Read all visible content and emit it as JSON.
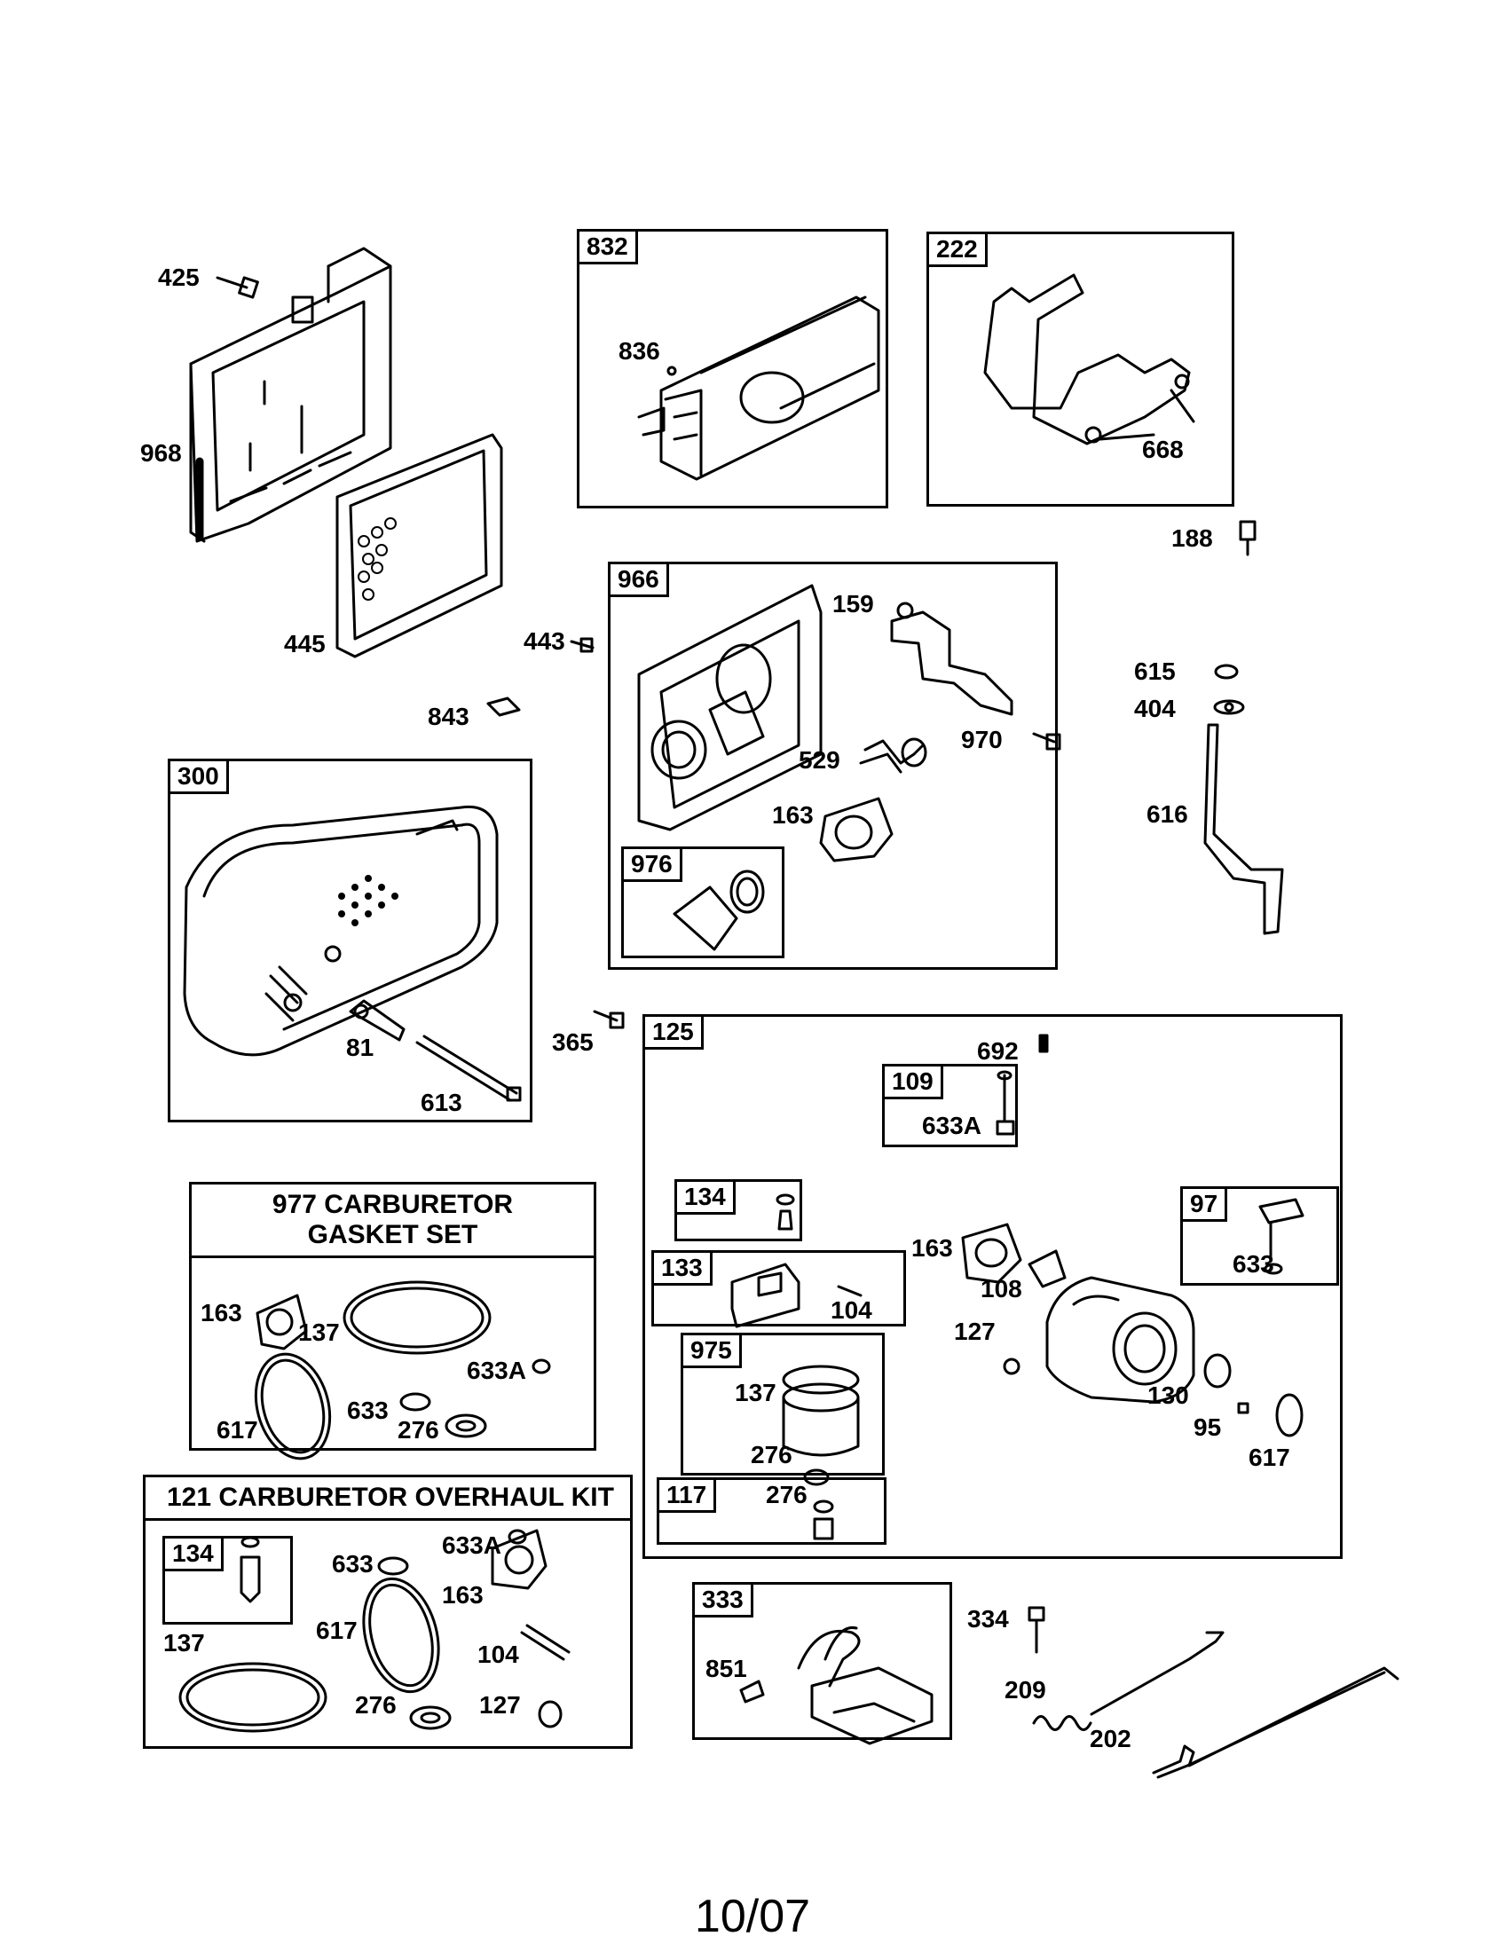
{
  "footer": {
    "date": "10/07"
  },
  "loose_labels": {
    "p425": "425",
    "p968": "968",
    "p445": "445",
    "p843": "843",
    "p443": "443",
    "p188": "188",
    "p615": "615",
    "p404": "404",
    "p616": "616",
    "p365": "365",
    "p334": "334",
    "p209": "209",
    "p202": "202"
  },
  "box_832": {
    "tag": "832",
    "p836": "836"
  },
  "box_222": {
    "tag": "222",
    "p668": "668"
  },
  "box_966": {
    "tag": "966",
    "p159": "159",
    "p529": "529",
    "p970": "970",
    "p163": "163"
  },
  "box_976": {
    "tag": "976"
  },
  "box_300": {
    "tag": "300",
    "p81": "81",
    "p613": "613"
  },
  "box_125": {
    "tag": "125",
    "p692": "692",
    "p163": "163",
    "p108": "108",
    "p127": "127",
    "p130": "130",
    "p95": "95",
    "p617": "617"
  },
  "box_109": {
    "tag": "109",
    "p633A": "633A"
  },
  "box_134a": {
    "tag": "134"
  },
  "box_133": {
    "tag": "133",
    "p104": "104"
  },
  "box_975": {
    "tag": "975",
    "p137": "137",
    "p276": "276"
  },
  "box_117": {
    "tag": "117",
    "p276": "276"
  },
  "box_97": {
    "tag": "97",
    "p633": "633"
  },
  "kit_977": {
    "title_line1": "977 CARBURETOR",
    "title_line2": "GASKET SET",
    "p163": "163",
    "p137": "137",
    "p633A": "633A",
    "p617": "617",
    "p633": "633",
    "p276": "276"
  },
  "kit_121": {
    "title": "121 CARBURETOR OVERHAUL  KIT",
    "p134": "134",
    "p633": "633",
    "p633A": "633A",
    "p163": "163",
    "p617": "617",
    "p137": "137",
    "p104": "104",
    "p276": "276",
    "p127": "127"
  },
  "box_333": {
    "tag": "333",
    "p851": "851"
  }
}
